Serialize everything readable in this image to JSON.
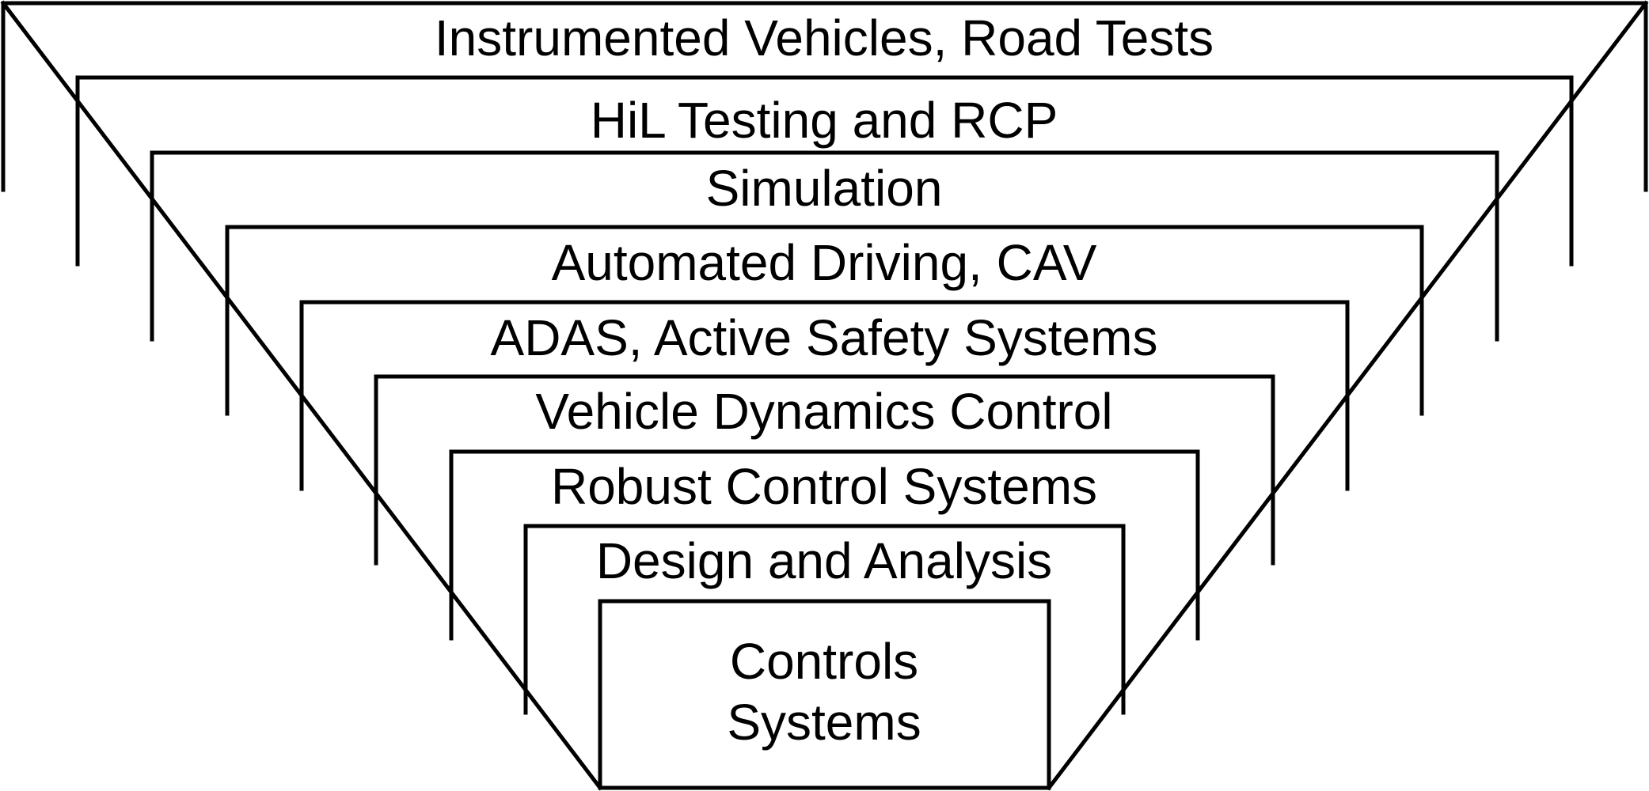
{
  "layers": [
    {
      "label": "Instrumented Vehicles, Road Tests"
    },
    {
      "label": "HiL Testing and RCP"
    },
    {
      "label": "Simulation"
    },
    {
      "label": "Automated Driving, CAV"
    },
    {
      "label": "ADAS, Active Safety Systems"
    },
    {
      "label": "Vehicle Dynamics Control"
    },
    {
      "label": "Robust Control Systems"
    },
    {
      "label": "Design and Analysis"
    }
  ],
  "core": {
    "line1": "Controls",
    "line2": "Systems"
  }
}
